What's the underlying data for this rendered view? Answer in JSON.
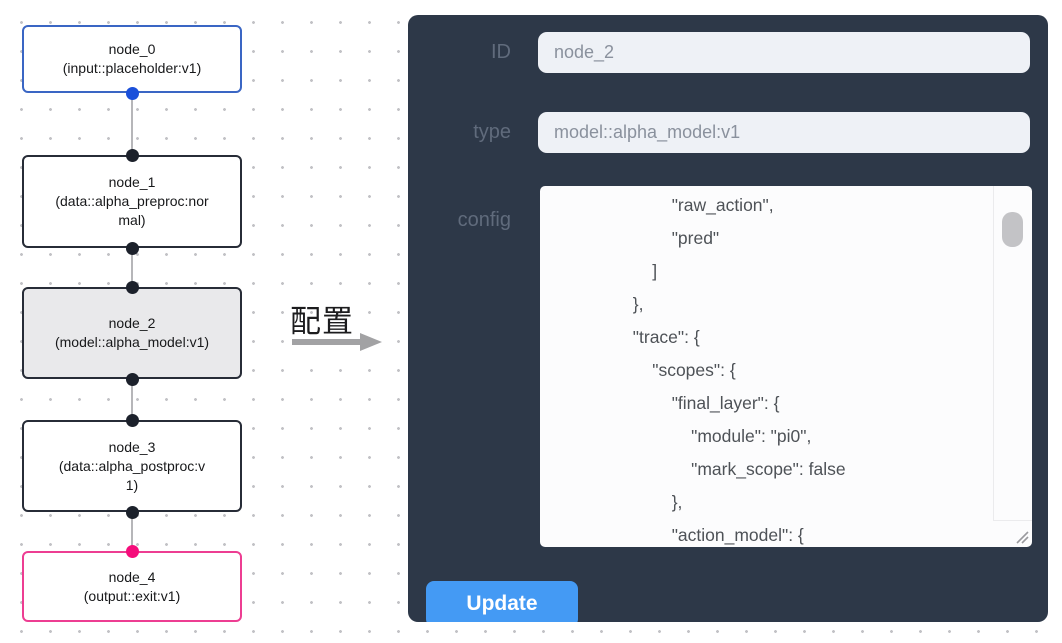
{
  "flow": {
    "nodes": [
      {
        "name": "node_0",
        "type_label": "(input::placeholder:v1)",
        "variant": "input"
      },
      {
        "name": "node_1",
        "type_label": "(data::alpha_preproc:normal)",
        "variant": "default"
      },
      {
        "name": "node_2",
        "type_label": "(model::alpha_model:v1)",
        "variant": "selected"
      },
      {
        "name": "node_3",
        "type_label": "(data::alpha_postproc:v1)",
        "variant": "default"
      },
      {
        "name": "node_4",
        "type_label": "(output::exit:v1)",
        "variant": "output"
      }
    ],
    "colors": {
      "input_node_border": "#3a66c4",
      "input_port": "#1b50da",
      "default_port": "#1c212b",
      "output_node_border": "#ed3d92",
      "output_port": "#f50d7b",
      "selected_node_bg": "#e9e9eb"
    }
  },
  "transfer": {
    "label": "配置"
  },
  "panel": {
    "bg_color": "#2d3848",
    "fields": {
      "id": {
        "label": "ID",
        "value": "node_2"
      },
      "type": {
        "label": "type",
        "value": "model::alpha_model:v1"
      },
      "config": {
        "label": "config",
        "value": "                        \"raw_action\",\n                        \"pred\"\n                    ]\n                },\n                \"trace\": {\n                    \"scopes\": {\n                        \"final_layer\": {\n                            \"module\": \"pi0\",\n                            \"mark_scope\": false\n                        },\n                        \"action_model\": {"
      }
    },
    "update_button": {
      "label": "Update",
      "color": "#449af4"
    }
  }
}
